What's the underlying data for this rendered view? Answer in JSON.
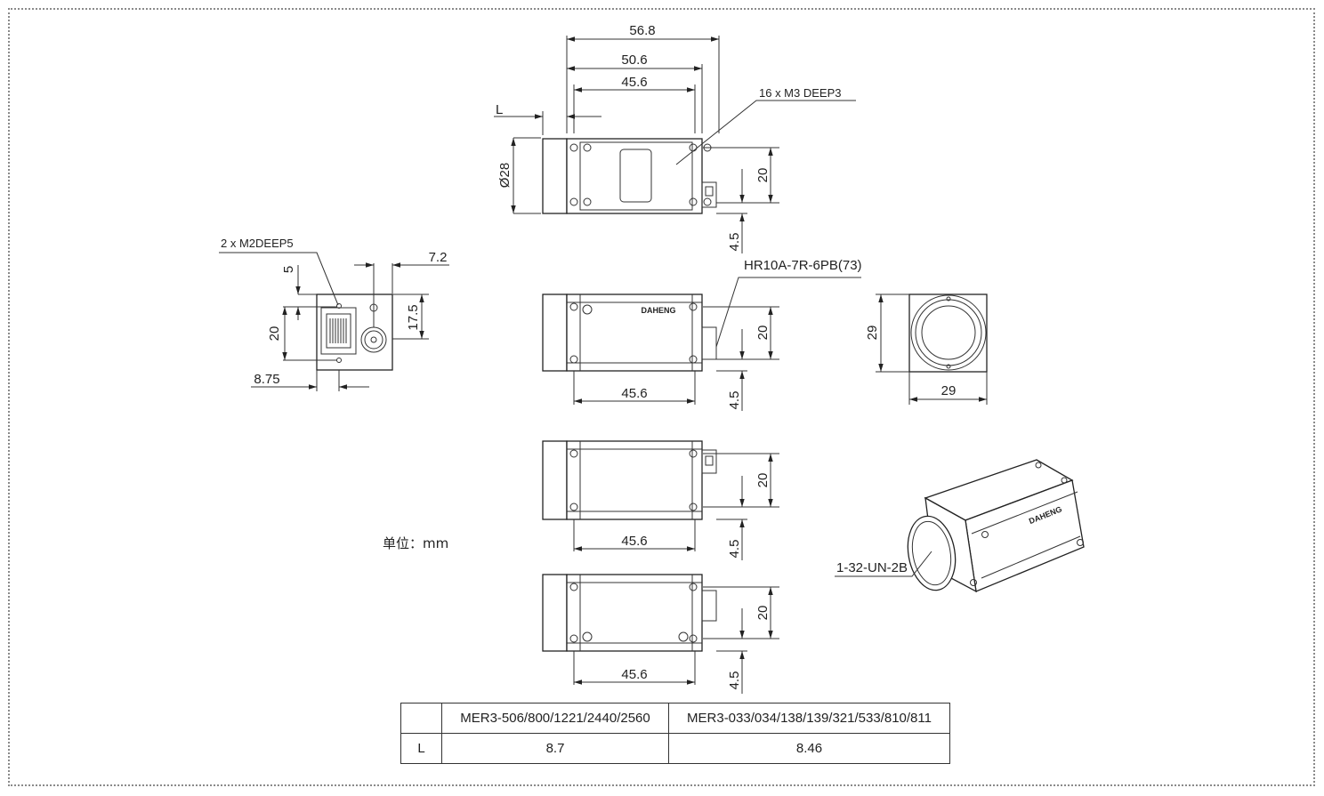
{
  "front_view": {
    "dim_overall": "56.8",
    "dim_body": "50.6",
    "dim_holes": "45.6",
    "dim_L": "L",
    "dim_diameter": "Ø28",
    "dim_holes_v": "20",
    "dim_offset": "4.5",
    "callout_holes": "16 x  M3 DEEP3"
  },
  "rear_view": {
    "callout_holes": "2 x  M2DEEP5",
    "dim_top": "5",
    "dim_height": "20",
    "dim_connector": "7.2",
    "dim_connector_v": "17.5",
    "dim_left": "8.75"
  },
  "side_view_1": {
    "dim_h": "45.6",
    "dim_v": "20",
    "dim_offset": "4.5",
    "callout_connector": "HR10A-7R-6PB(73)"
  },
  "side_view_2": {
    "dim_h": "45.6",
    "dim_v": "20",
    "dim_offset": "4.5"
  },
  "side_view_3": {
    "dim_h": "45.6",
    "dim_v": "20",
    "dim_offset": "4.5"
  },
  "end_view": {
    "dim_h": "29",
    "dim_v": "29"
  },
  "iso_view": {
    "callout_mount": "1-32-UN-2B"
  },
  "unit_label": "单位：mm",
  "spec_table": {
    "corner": "",
    "col1": "MER3-506/800/1221/2440/2560",
    "col2": "MER3-033/034/138/139/321/533/810/811",
    "row_label": "L",
    "val1": "8.7",
    "val2": "8.46"
  },
  "colors": {
    "line": "#222222",
    "frame": "#8a8a8a"
  }
}
